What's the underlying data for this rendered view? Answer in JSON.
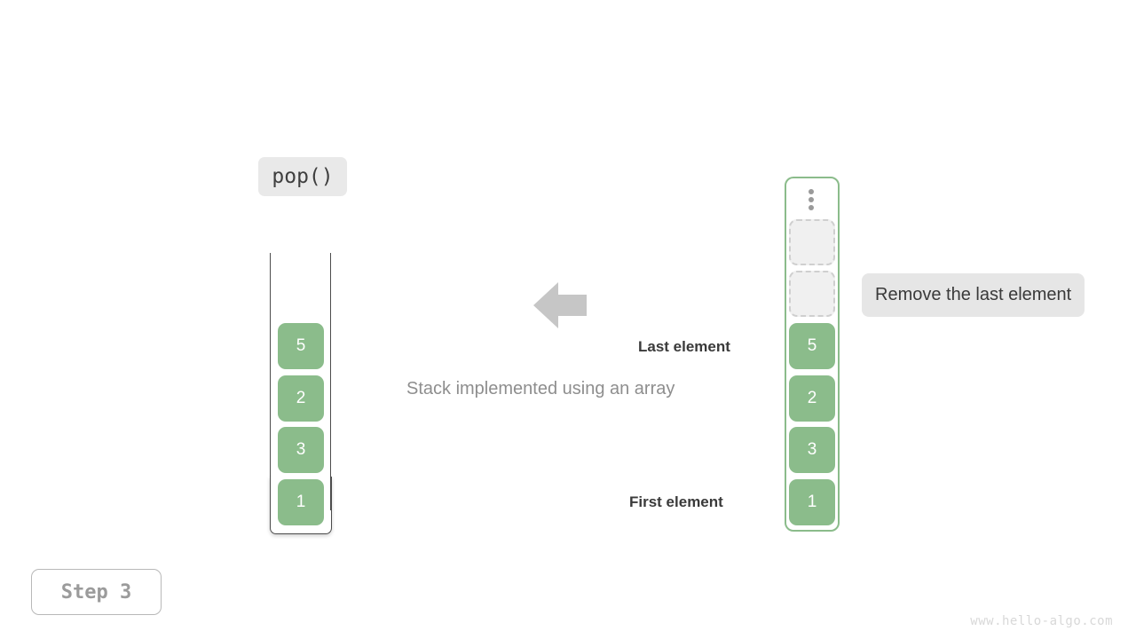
{
  "operation": {
    "label": "pop()"
  },
  "caption": "Stack implemented using an array",
  "annotations": {
    "last_element": "Last element",
    "first_element": "First element",
    "hint": "Remove the last element"
  },
  "step_badge": "Step 3",
  "watermark": "www.hello-algo.com",
  "icons": {
    "arrow": "arrow-left-icon",
    "ellipsis": "vertical-ellipsis-icon"
  },
  "colors": {
    "element_green": "#8bbc8b",
    "container_border_green": "#8bbc8b",
    "empty_slot_fill": "#f0f0f0",
    "empty_slot_border": "#cfcfcf",
    "chip_gray": "#e6e6e6",
    "caption_gray": "#8e8e8e",
    "arrow_gray": "#c6c6c6"
  },
  "stack": {
    "name": "stack-view",
    "elements": [
      {
        "value": "5",
        "state": "filled"
      },
      {
        "value": "2",
        "state": "filled"
      },
      {
        "value": "3",
        "state": "filled"
      },
      {
        "value": "1",
        "state": "filled"
      }
    ]
  },
  "array": {
    "name": "array-view",
    "slots": [
      {
        "value": "",
        "state": "empty"
      },
      {
        "value": "",
        "state": "empty"
      },
      {
        "value": "5",
        "state": "filled"
      },
      {
        "value": "2",
        "state": "filled"
      },
      {
        "value": "3",
        "state": "filled"
      },
      {
        "value": "1",
        "state": "filled"
      }
    ]
  }
}
